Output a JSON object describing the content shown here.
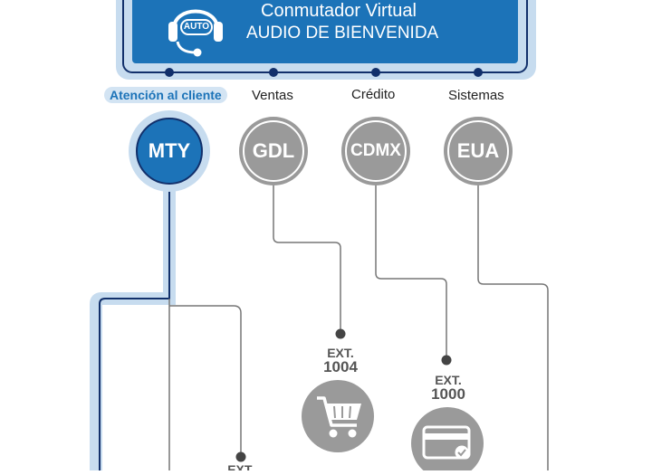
{
  "header": {
    "auto_badge": "AUTO",
    "title_line1": "Conmutador Virtual",
    "title_line2": "AUDIO DE BIENVENIDA"
  },
  "branches": [
    {
      "label": "Atención al cliente",
      "node": "MTY",
      "active": true
    },
    {
      "label": "Ventas",
      "node": "GDL",
      "active": false
    },
    {
      "label": "Crédito",
      "node": "CDMX",
      "active": false
    },
    {
      "label": "Sistemas",
      "node": "EUA",
      "active": false
    }
  ],
  "extensions": [
    {
      "prefix": "EXT.",
      "number": "1004",
      "icon": "shopping-cart-icon"
    },
    {
      "prefix": "EXT.",
      "number": "1000",
      "icon": "credit-card-icon"
    }
  ],
  "partial_ext_label": "EXT.",
  "colors": {
    "primary_blue": "#1c73b8",
    "dark_navy": "#12306b",
    "light_blue": "#c7dcef",
    "gray_node": "#9a9a9a",
    "gray_line": "#777777"
  }
}
